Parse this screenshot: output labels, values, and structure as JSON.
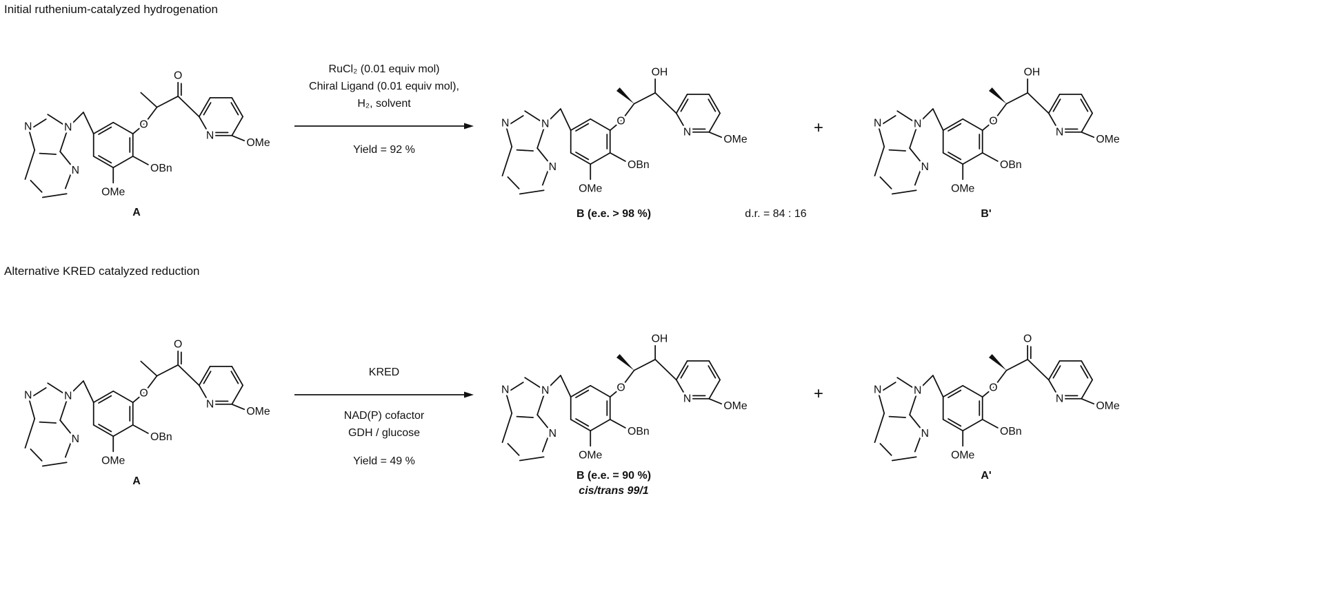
{
  "atoms": {
    "n": "N",
    "o": "O",
    "oh": "OH",
    "ome": "OMe",
    "obn": "OBn"
  },
  "structures": {
    "A": {
      "top_group": "ketone",
      "methyl_bond": "plain"
    },
    "B": {
      "top_group": "alcohol",
      "methyl_bond": "wedge"
    },
    "Bp": {
      "top_group": "alcohol",
      "methyl_bond": "wedge"
    },
    "Ap": {
      "top_group": "ketone",
      "methyl_bond": "wedge"
    }
  },
  "section1": {
    "title": "Initial ruthenium-catalyzed hydrogenation",
    "conditions_above": [
      "RuCl₂ (0.01 equiv mol)",
      "Chiral Ligand (0.01 equiv mol),",
      "H₂, solvent"
    ],
    "yield": "Yield = 92 %",
    "reactant_label": "A",
    "product1_label": "B (e.e. > 98 %)",
    "dr_note": "d.r. = 84 : 16",
    "plus": "+",
    "product2_label": "B'"
  },
  "section2": {
    "title": "Alternative KRED catalyzed reduction",
    "conditions_above": [
      "KRED"
    ],
    "conditions_below": [
      "NAD(P) cofactor",
      "GDH / glucose"
    ],
    "yield": "Yield = 49 %",
    "reactant_label": "A",
    "product1_label": "B (e.e. = 90 %)",
    "product1_sublabel": "cis/trans 99/1",
    "plus": "+",
    "product2_label": "A'"
  }
}
